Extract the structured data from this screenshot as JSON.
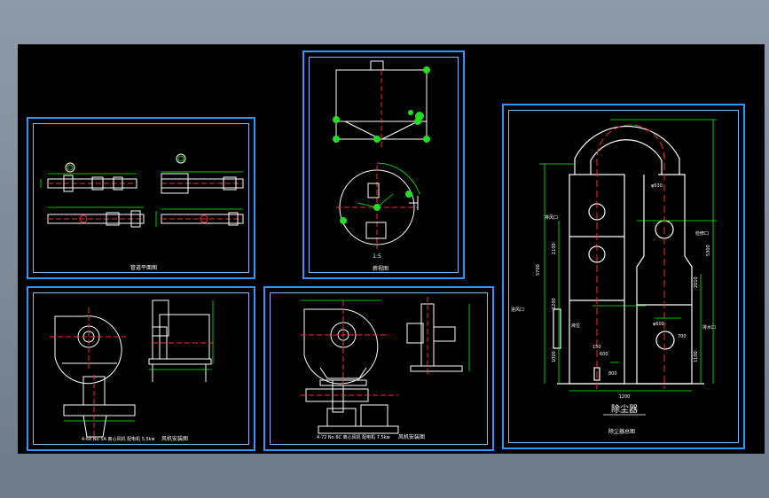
{
  "colors": {
    "background": "#000000",
    "frame": "#2f95ff",
    "line": "#ffffff",
    "dimension": "#00ff00",
    "centerline": "#ff2a2a",
    "grip": "#22dd22"
  },
  "sheets": {
    "piping_layout": {
      "caption": "管道平面图"
    },
    "top_view": {
      "caption": "俯视图",
      "sub": "1:5"
    },
    "fan_a": {
      "caption": "风机安装图",
      "spec": "4-68 No 5A 离心风机 配电机 5.5kw"
    },
    "fan_b": {
      "caption": "风机安装图",
      "spec": "4-72 No 6C 离心风机 配电机 7.5kw"
    },
    "tower": {
      "title": "除尘器",
      "caption": "除尘器总图",
      "labels": {
        "outlet_dia": "φ630",
        "inlet_dia": "φ600",
        "nozzle_left": "排风口",
        "nozzle_right": "检修口",
        "inlet_left": "进风口",
        "drain": "排水口",
        "level": "液位",
        "width": "1200",
        "h_total": "5700",
        "h_right": "5300",
        "h1": "1100",
        "h2": "1200",
        "h3": "2010",
        "h4": "1000",
        "h5": "1100",
        "h6": "700",
        "h7": "600",
        "h8": "800",
        "h9": "150"
      }
    }
  }
}
